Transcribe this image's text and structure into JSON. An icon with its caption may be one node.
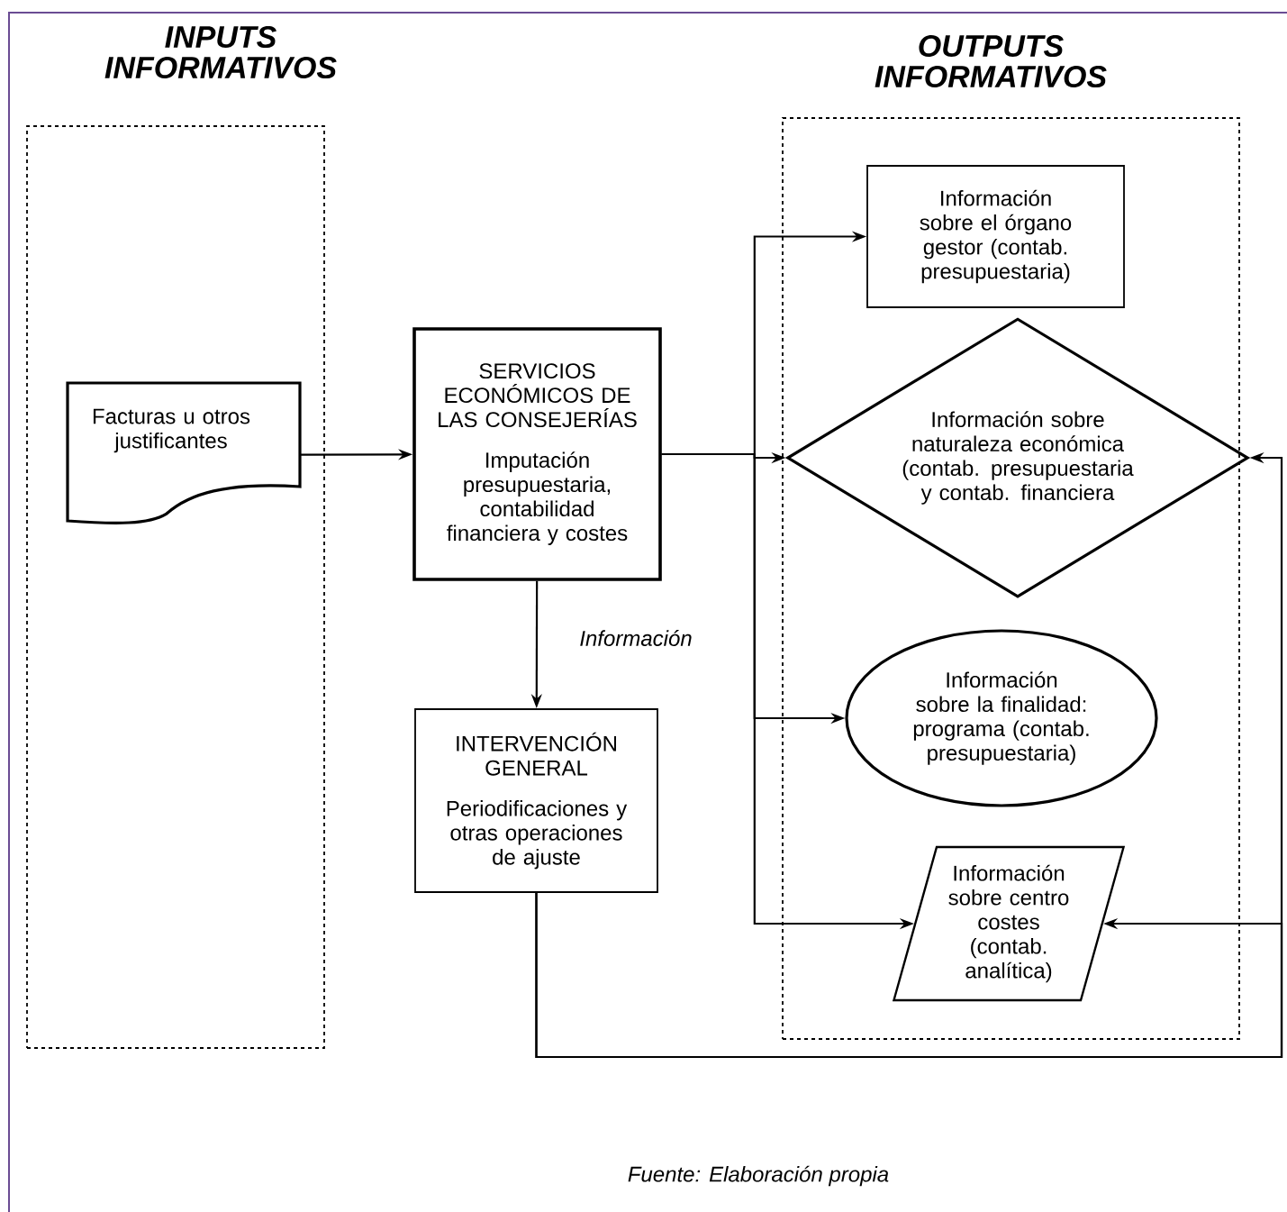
{
  "diagram": {
    "nodes": [
      {
        "text": [
          "INPUTS INFORMATIVOS"
        ]
      },
      {
        "text": [
          "Facturas u otros justificantes"
        ],
        "in": 0
      },
      {
        "text": [
          "SERVICIOS ECONÓMICOS DE LAS CONSEJERÍAS",
          "Imputación presupuestaria, contabilidad financiera y costes"
        ]
      },
      {
        "text": [
          "INTERVENCIÓN GENERAL",
          "Periodificaciones y otras operaciones de ajuste"
        ]
      },
      {
        "text": [
          "OUTPUTS INFORMATIVOS"
        ]
      },
      {
        "text": [
          "Información sobre el órgano gestor (contab. presupuestaria)"
        ],
        "in": 4
      },
      {
        "text": [
          "Información sobre naturaleza económica (contab. presupuestaria y contab. financiera"
        ],
        "in": 4
      },
      {
        "text": [
          "Información sobre la finalidad: programa (contab. presupuestaria)"
        ],
        "in": 4
      },
      {
        "text": [
          "Información sobre centro costes (contab. analítica)"
        ],
        "in": 4
      }
    ],
    "edges": [
      {
        "from": 1,
        "to": 2,
        "arrow": "to"
      },
      {
        "from": 2,
        "to": 3,
        "arrow": "to",
        "label": "Información"
      },
      {
        "from": 2,
        "to": 5,
        "arrow": "to"
      },
      {
        "from": 2,
        "to": 6,
        "arrow": "to"
      },
      {
        "from": 2,
        "to": 7,
        "arrow": "to"
      },
      {
        "from": 2,
        "to": 8,
        "arrow": "to"
      },
      {
        "from": 3,
        "to": 6,
        "arrow": "to"
      },
      {
        "from": 3,
        "to": 8,
        "arrow": "to"
      }
    ],
    "caption": "Fuente: Elaboración propia"
  }
}
